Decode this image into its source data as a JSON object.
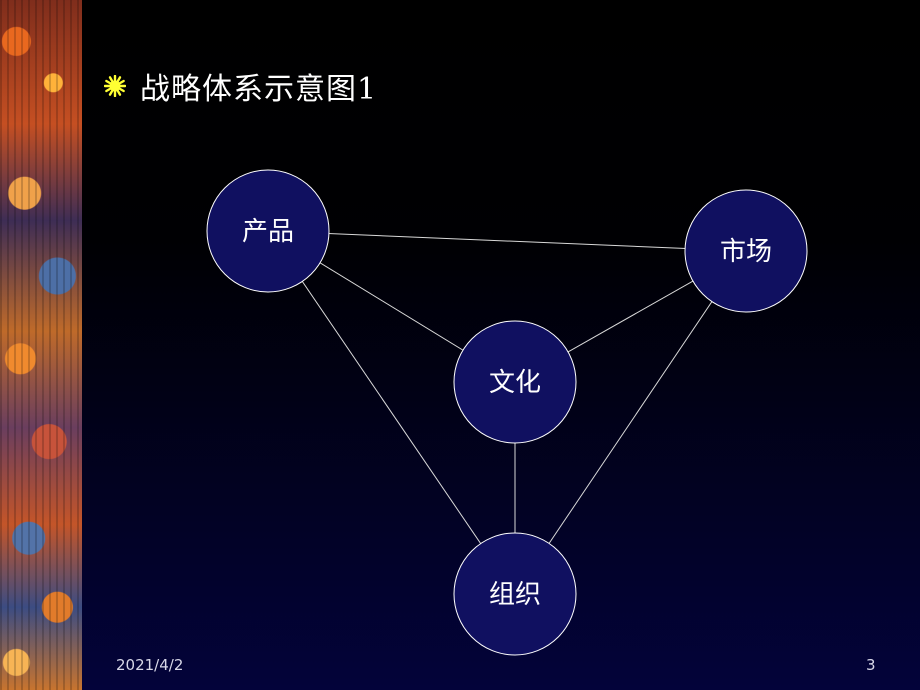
{
  "slide": {
    "title": "战略体系示意图1",
    "date": "2021/4/2",
    "page_number": "3"
  },
  "diagram": {
    "nodes": [
      {
        "id": "product",
        "label": "产品"
      },
      {
        "id": "market",
        "label": "市场"
      },
      {
        "id": "culture",
        "label": "文化"
      },
      {
        "id": "organization",
        "label": "组织"
      }
    ],
    "edges": [
      [
        "product",
        "market"
      ],
      [
        "product",
        "culture"
      ],
      [
        "culture",
        "market"
      ],
      [
        "culture",
        "organization"
      ],
      [
        "product",
        "organization"
      ],
      [
        "market",
        "organization"
      ]
    ],
    "node_fill": "#101060",
    "node_stroke": "#ffffff",
    "edge_color": "#d9d9d9"
  },
  "colors": {
    "bullet": "#ffff33"
  }
}
